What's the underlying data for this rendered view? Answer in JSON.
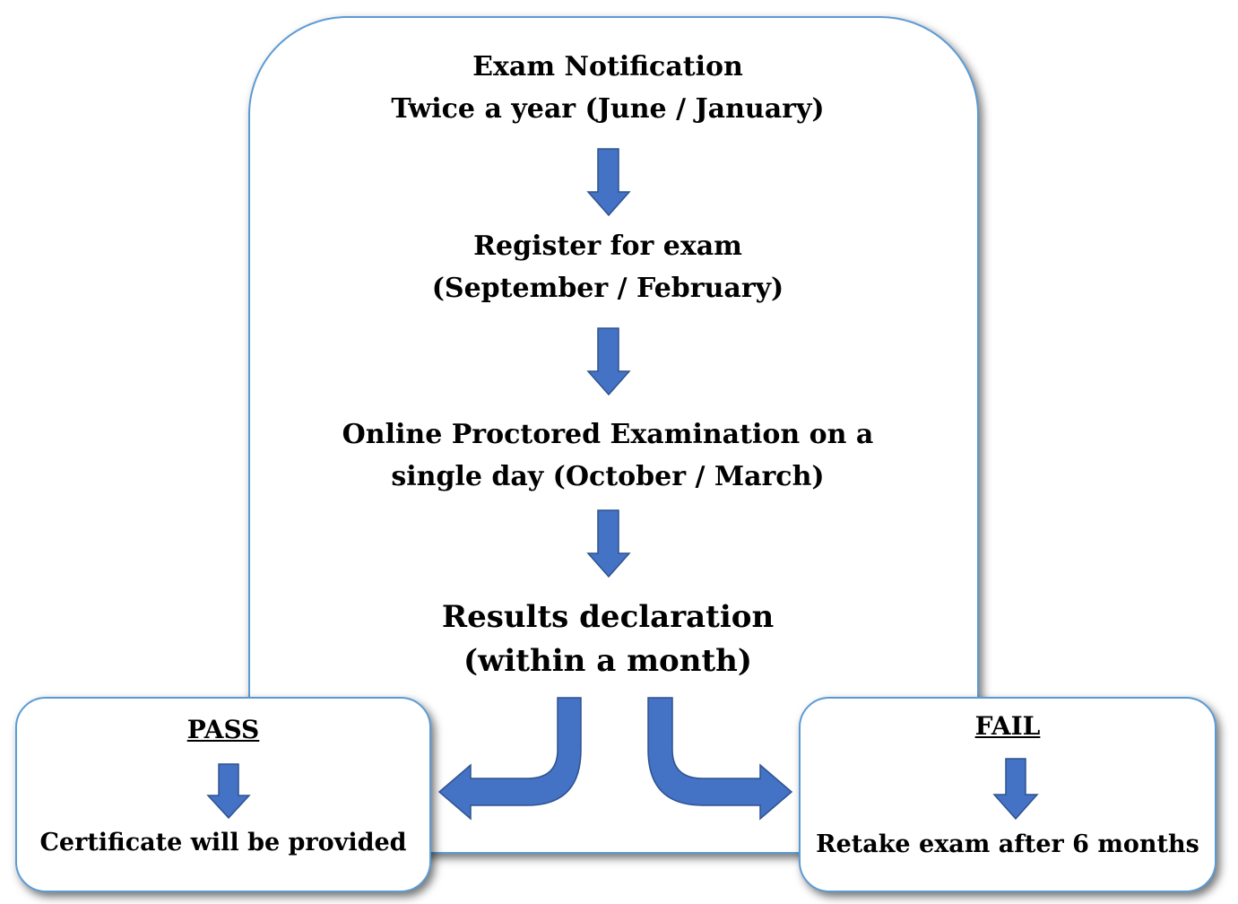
{
  "steps": {
    "notification": {
      "line1": "Exam Notification",
      "line2": "Twice a year (June / January)"
    },
    "register": {
      "line1": "Register for exam",
      "line2": "(September / February)"
    },
    "exam": {
      "line1": "Online Proctored Examination on a",
      "line2": "single day (October / March)"
    },
    "results": {
      "line1": "Results declaration",
      "line2": "(within a month)"
    }
  },
  "outcomes": {
    "pass": {
      "title": "PASS",
      "result": "Certificate will be provided"
    },
    "fail": {
      "title": "FAIL",
      "result": "Retake exam after 6 months"
    }
  },
  "colors": {
    "arrow_fill": "#4472c4",
    "arrow_stroke": "#2f528f",
    "box_border": "#5b9bd5"
  }
}
